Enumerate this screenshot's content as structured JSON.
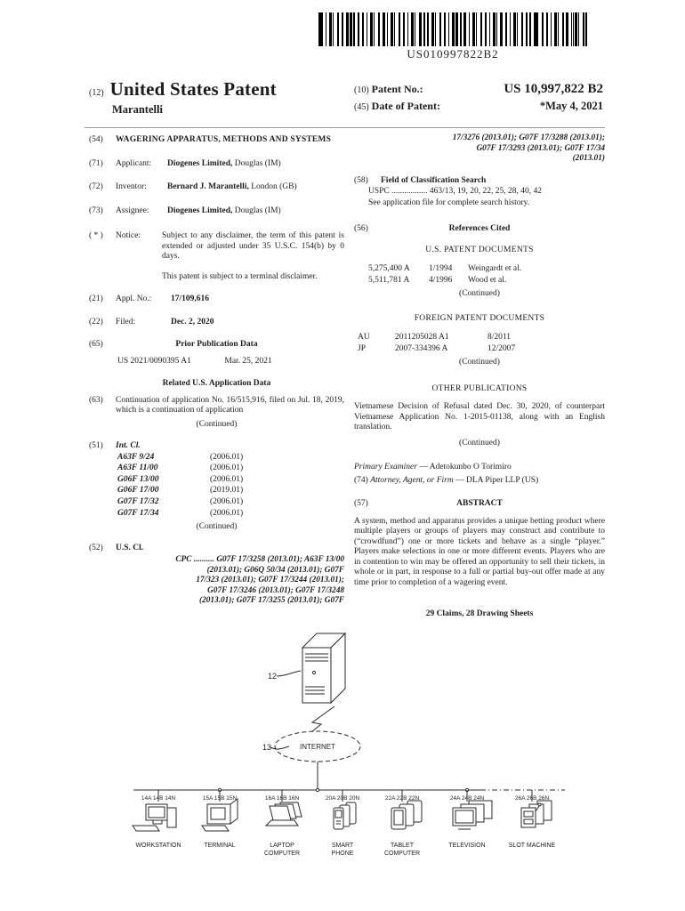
{
  "barcode": {
    "text": "US010997822B2"
  },
  "header": {
    "num12": "(12)",
    "title": "United States Patent",
    "surname": "Marantelli",
    "num10": "(10)",
    "patent_no_label": "Patent No.:",
    "patent_no": "US 10,997,822 B2",
    "num45": "(45)",
    "date_label": "Date of Patent:",
    "date": "*May 4, 2021"
  },
  "left": {
    "f54": {
      "num": "(54)",
      "title": "WAGERING APPARATUS, METHODS AND SYSTEMS"
    },
    "f71": {
      "num": "(71)",
      "label": "Applicant:",
      "name": "Diogenes Limited,",
      "rest": "Douglas (IM)"
    },
    "f72": {
      "num": "(72)",
      "label": "Inventor:",
      "name": "Bernard J. Marantelli,",
      "rest": "London (GB)"
    },
    "f73": {
      "num": "(73)",
      "label": "Assignee:",
      "name": "Diogenes Limited,",
      "rest": "Douglas (IM)"
    },
    "notice": {
      "num": "( * )",
      "label": "Notice:",
      "p1": "Subject to any disclaimer, the term of this patent is extended or adjusted under 35 U.S.C. 154(b) by 0 days.",
      "p2": "This patent is subject to a terminal disclaimer."
    },
    "f21": {
      "num": "(21)",
      "label": "Appl. No.:",
      "value": "17/109,616"
    },
    "f22": {
      "num": "(22)",
      "label": "Filed:",
      "value": "Dec. 2, 2020"
    },
    "f65": {
      "num": "(65)",
      "heading": "Prior Publication Data",
      "pub_no": "US 2021/0090395 A1",
      "pub_date": "Mar. 25, 2021"
    },
    "related": {
      "heading": "Related U.S. Application Data",
      "num": "(63)",
      "text": "Continuation of application No. 16/515,916, filed on Jul. 18, 2019, which is a continuation of application",
      "continued": "(Continued)"
    },
    "f51": {
      "num": "(51)",
      "heading": "Int. Cl.",
      "entries": [
        {
          "code": "A63F 9/24",
          "date": "(2006.01)"
        },
        {
          "code": "A63F 11/00",
          "date": "(2006.01)"
        },
        {
          "code": "G06F 13/00",
          "date": "(2006.01)"
        },
        {
          "code": "G06F 17/00",
          "date": "(2019.01)"
        },
        {
          "code": "G07F 17/32",
          "date": "(2006.01)"
        },
        {
          "code": "G07F 17/34",
          "date": "(2006.01)"
        }
      ],
      "continued": "(Continued)"
    },
    "f52": {
      "num": "(52)",
      "heading": "U.S. Cl.",
      "lines": [
        "CPC .......... G07F 17/3258 (2013.01); A63F 13/00",
        "(2013.01); G06Q 50/34 (2013.01); G07F",
        "17/323 (2013.01); G07F 17/3244 (2013.01);",
        "G07F 17/3246 (2013.01); G07F 17/3248",
        "(2013.01); G07F 17/3255 (2013.01); G07F"
      ]
    }
  },
  "right": {
    "cpc_cont": [
      "17/3276 (2013.01); G07F 17/3288 (2013.01);",
      "G07F 17/3293 (2013.01); G07F 17/34",
      "(2013.01)"
    ],
    "f58": {
      "num": "(58)",
      "heading": "Field of Classification Search",
      "uspc": "USPC ................. 463/13, 19, 20, 22, 25, 28, 40, 42",
      "note": "See application file for complete search history."
    },
    "f56": {
      "num": "(56)",
      "heading": "References Cited",
      "us_heading": "U.S. PATENT DOCUMENTS",
      "us_rows": [
        {
          "number": "5,275,400 A",
          "date": "1/1994",
          "name": "Weingardt et al."
        },
        {
          "number": "5,511,781 A",
          "date": "4/1996",
          "name": "Wood et al."
        }
      ],
      "us_continued": "(Continued)",
      "foreign_heading": "FOREIGN PATENT DOCUMENTS",
      "foreign_rows": [
        {
          "country": "AU",
          "number": "2011205028 A1",
          "date": "8/2011"
        },
        {
          "country": "JP",
          "number": "2007-334396 A",
          "date": "12/2007"
        }
      ],
      "foreign_continued": "(Continued)"
    },
    "other_pubs": {
      "heading": "OTHER PUBLICATIONS",
      "text": "Vietnamese Decision of Refusal dated Dec. 30, 2020, of counterpart Vietnamese Application No. 1-2015-01138, along with an English translation.",
      "continued": "(Continued)"
    },
    "examiner_label": "Primary Examiner",
    "examiner_value": "— Adetokunbo O Torimiro",
    "attorney_num": "(74)",
    "attorney_label": "Attorney, Agent, or Firm",
    "attorney_value": "— DLA Piper LLP (US)",
    "abstract": {
      "num": "(57)",
      "heading": "ABSTRACT",
      "text": "A system, method and apparatus provides a unique betting product where multiple players or groups of players may construct and contribute to (“crowdfund”) one or more tickets and behave as a single “player.” Players make selections in one or more different events. Players who are in contention to win may be offered an opportunity to sell their tickets, in whole or in part, in response to a full or partial buy-out offer made at any time prior to completion of a wagering event."
    },
    "claims_line": "29 Claims, 28 Drawing Sheets"
  },
  "figure": {
    "server_ref": "12",
    "cloud_ref": "13",
    "cloud_label": "INTERNET",
    "devices": [
      {
        "refs": "14A  14B  14N",
        "caption": [
          "WORKSTATION"
        ]
      },
      {
        "refs": "15A  15B  15N",
        "caption": [
          "TERMINAL"
        ]
      },
      {
        "refs": "16A  16B  16N",
        "caption": [
          "LAPTOP",
          "COMPUTER"
        ]
      },
      {
        "refs": "20A  20B  20N",
        "caption": [
          "SMART",
          "PHONE"
        ]
      },
      {
        "refs": "22A  22B  22N",
        "caption": [
          "TABLET",
          "COMPUTER"
        ]
      },
      {
        "refs": "24A  24B  24N",
        "caption": [
          "TELEVISION"
        ]
      },
      {
        "refs": "26A  26B  26N",
        "caption": [
          "SLOT MACHINE"
        ]
      }
    ]
  }
}
